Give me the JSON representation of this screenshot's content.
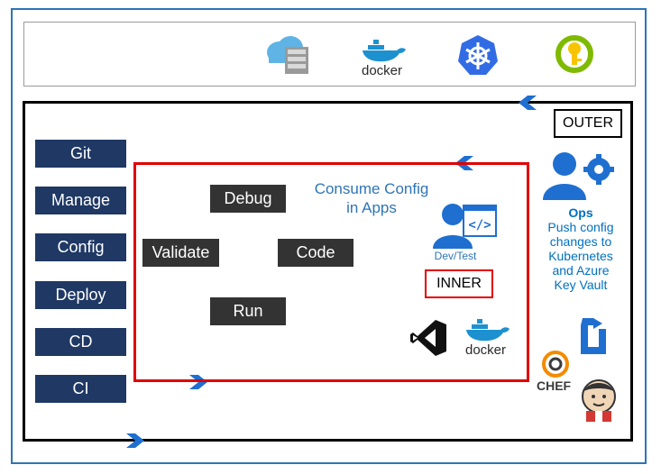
{
  "labels": {
    "outer": "OUTER",
    "inner": "INNER",
    "consume_line1": "Consume Config",
    "consume_line2": "in Apps",
    "devtest": "Dev/Test",
    "ops_title": "Ops",
    "ops_line1": "Push config",
    "ops_line2": "changes to",
    "ops_line3": "Kubernetes",
    "ops_line4": "and Azure",
    "ops_line5": "Key Vault",
    "docker_top": "docker",
    "docker_inner": "docker",
    "chef": "CHEF"
  },
  "sidebar": {
    "items": [
      {
        "label": "Git"
      },
      {
        "label": "Manage"
      },
      {
        "label": "Config"
      },
      {
        "label": "Deploy"
      },
      {
        "label": "CD"
      },
      {
        "label": "CI"
      }
    ]
  },
  "inner_loop": {
    "debug": "Debug",
    "validate": "Validate",
    "code": "Code",
    "run": "Run"
  },
  "icons": [
    "cloud-server-icon",
    "docker-icon",
    "kubernetes-icon",
    "key-vault-icon",
    "ops-user-gear-icon",
    "developer-code-icon",
    "visual-studio-icon",
    "azure-devops-icon",
    "chef-icon",
    "jenkins-icon"
  ],
  "colors": {
    "frame": "#2e75b6",
    "outer": "#000000",
    "inner": "#e00000",
    "sidebar": "#1f3864",
    "step": "#333333",
    "accent": "#2e75b6"
  }
}
